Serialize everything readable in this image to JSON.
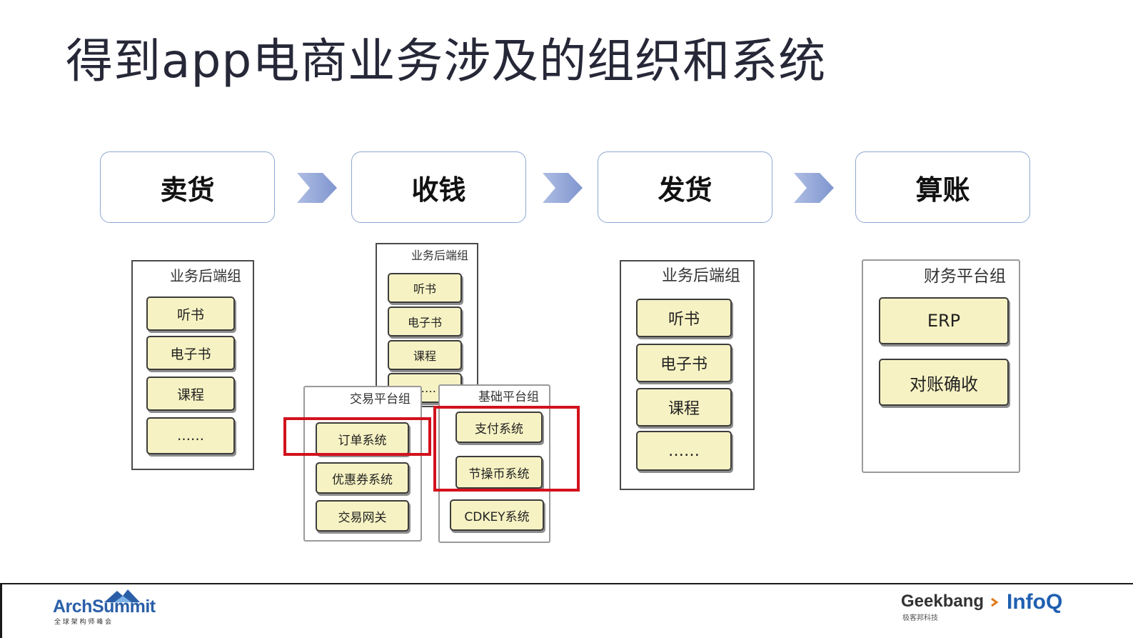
{
  "title": "得到app电商业务涉及的组织和系统",
  "steps": [
    "卖货",
    "收钱",
    "发货",
    "算账"
  ],
  "groups": {
    "sell": {
      "title": "业务后端组",
      "items": [
        "听书",
        "电子书",
        "课程",
        "……"
      ]
    },
    "pay_backend": {
      "title": "业务后端组",
      "items": [
        "听书",
        "电子书",
        "课程",
        "……"
      ]
    },
    "trade": {
      "title": "交易平台组",
      "items": [
        "订单系统",
        "优惠券系统",
        "交易网关"
      ]
    },
    "infra": {
      "title": "基础平台组",
      "items": [
        "支付系统",
        "节操币系统",
        "CDKEY系统"
      ]
    },
    "ship": {
      "title": "业务后端组",
      "items": [
        "听书",
        "电子书",
        "课程",
        "……"
      ]
    },
    "finance": {
      "title": "财务平台组",
      "items": [
        "ERP",
        "对账确收"
      ]
    }
  },
  "footer": {
    "logo_left_main": "ArchSummit",
    "logo_left_sub": "全 球 架 构 师 峰 会",
    "logo_geek": "Geekbang",
    "logo_geek_sub": "极客邦科技",
    "logo_infoq": "InfoQ"
  },
  "colors": {
    "highlight": "#d2121d",
    "item_fill": "#f6f2c3",
    "step_border": "#8ea8d2",
    "arrow": "#8fa4d6",
    "archsummit_blue": "#2a5fa8",
    "infoq_blue": "#1f5fb0"
  }
}
